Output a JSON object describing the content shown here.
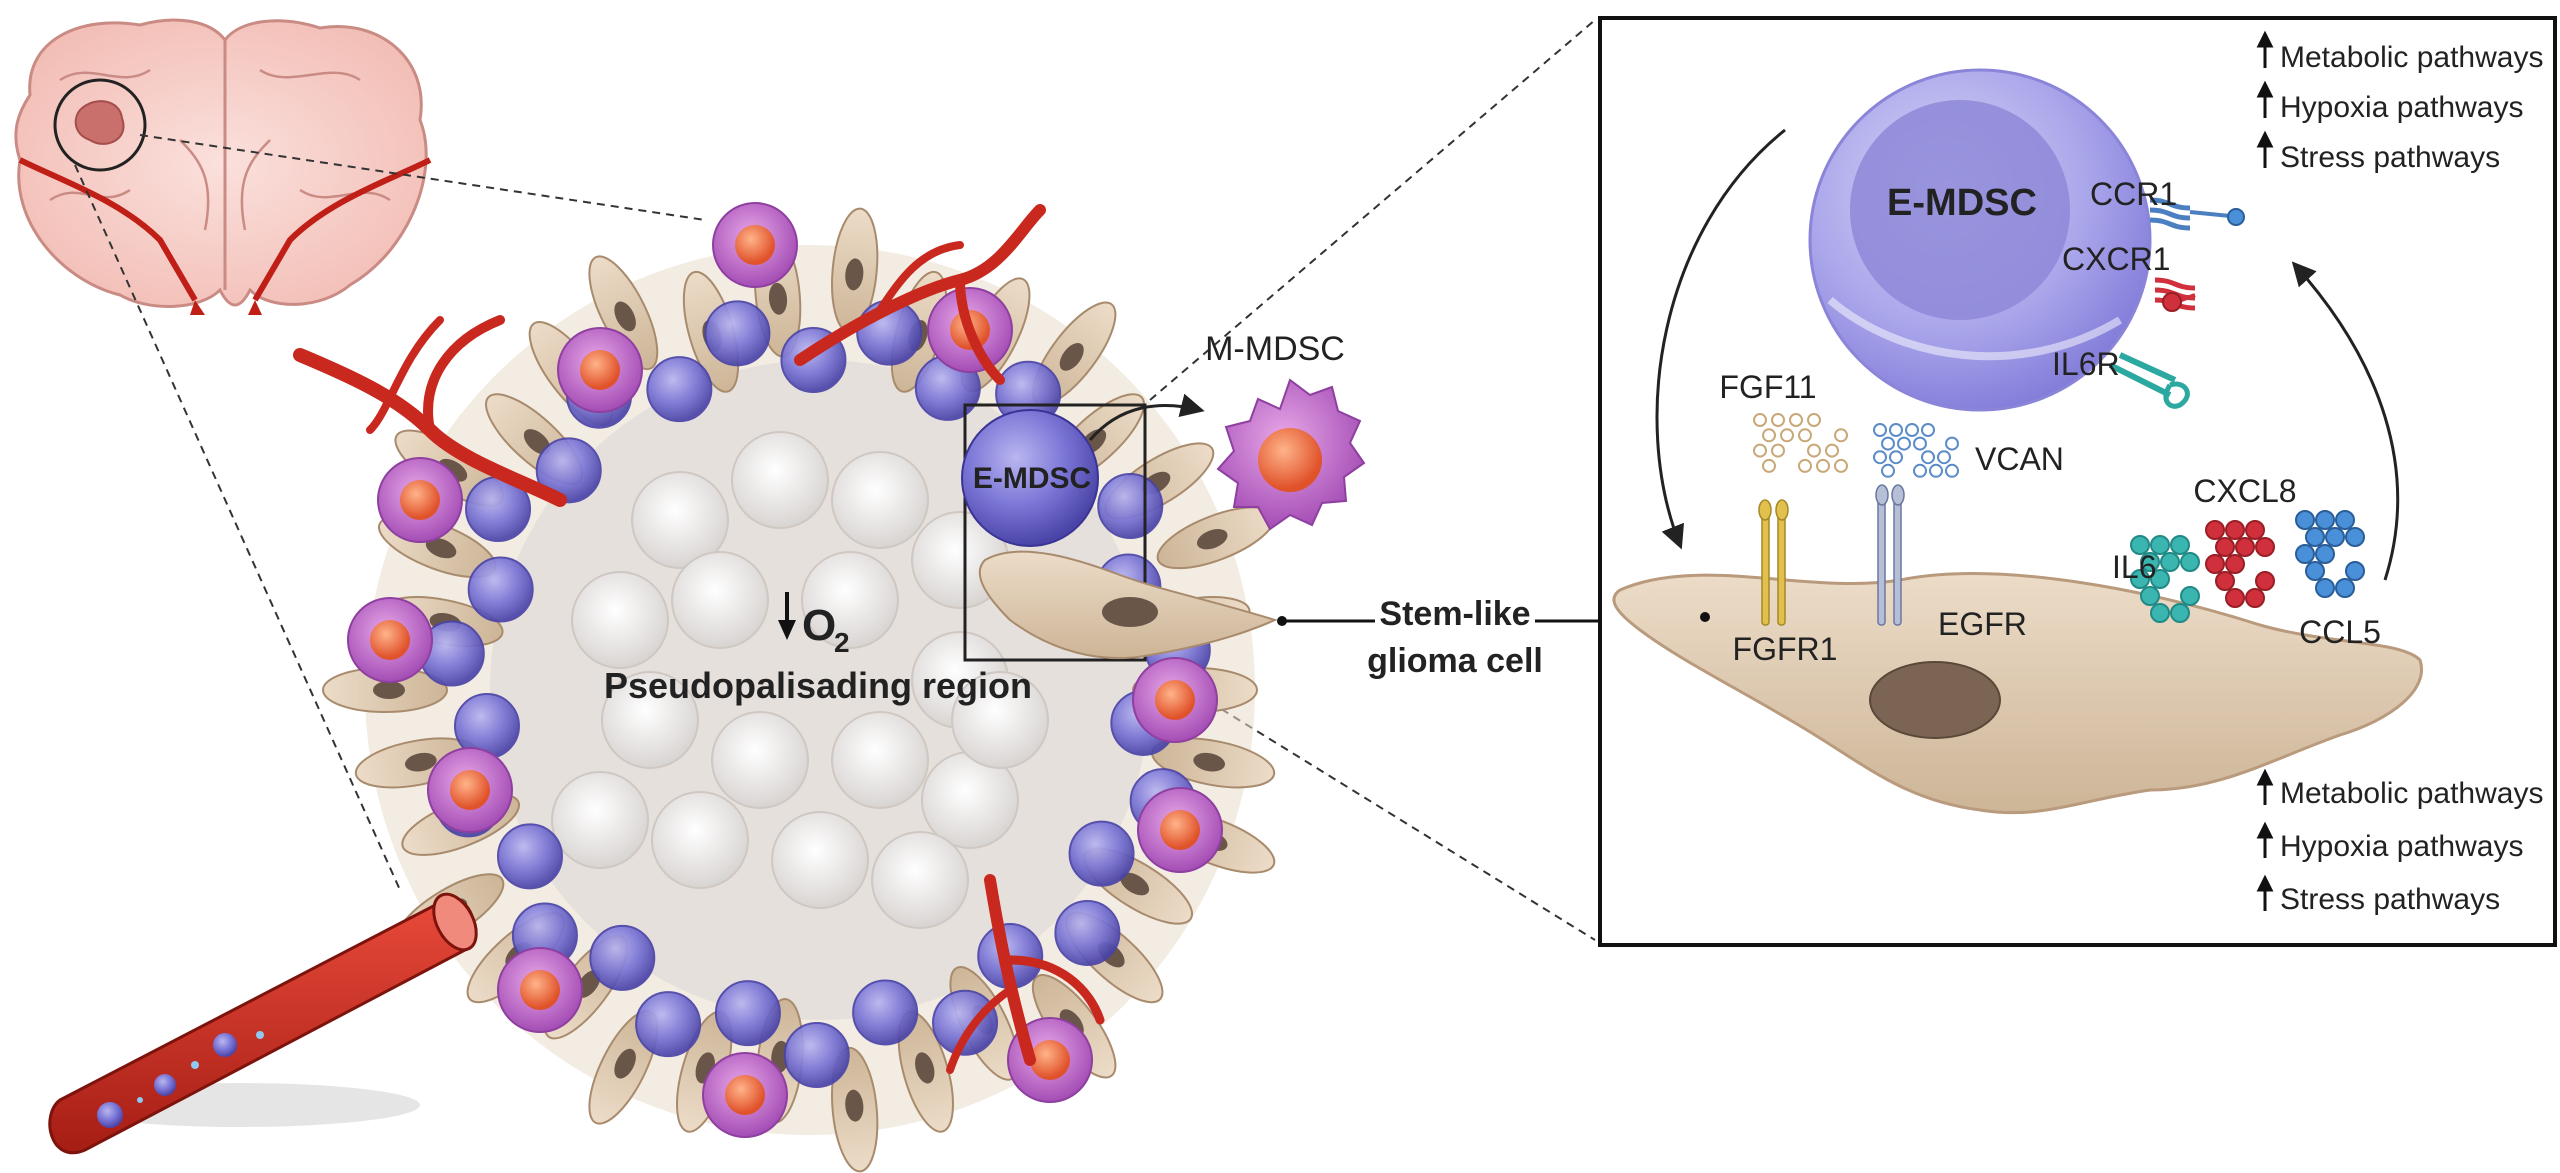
{
  "labels": {
    "m_mdsc": "M-MDSC",
    "e_mdsc_small": "E-MDSC",
    "o2": "O",
    "o2_sub": "2",
    "region": "Pseudopalisading region",
    "stem_line1": "Stem-like",
    "stem_line2": "glioma cell"
  },
  "inset": {
    "e_mdsc": "E-MDSC",
    "receptors": [
      "CCR1",
      "CXCR1",
      "IL6R"
    ],
    "ligands": {
      "fgf11": "FGF11",
      "vcan": "VCAN",
      "il6": "IL6",
      "cxcl8": "CXCL8",
      "ccl5": "CCL5"
    },
    "cell_receptors": {
      "fgfr1": "FGFR1",
      "egfr": "EGFR"
    },
    "top_pathways": [
      "Metabolic pathways",
      "Hypoxia pathways",
      "Stress pathways"
    ],
    "bottom_pathways": [
      "Metabolic pathways",
      "Hypoxia pathways",
      "Stress pathways"
    ]
  },
  "colors": {
    "vessel": "#c8281e",
    "mdsc_blue": "#6f6ad0",
    "mmdsc_purple": "#b75cc4",
    "glioma_tan": "#dbc7ae",
    "nucleus": "#8a7262",
    "ccr1": "#4a7fc1",
    "cxcr1": "#d0303c",
    "il6r": "#2ba8a0",
    "il6": "#3bb5b0",
    "cxcl8": "#d0303c",
    "ccl5": "#4a90d8",
    "fgf": "#c9a878",
    "vcan": "#5c8cc8"
  }
}
